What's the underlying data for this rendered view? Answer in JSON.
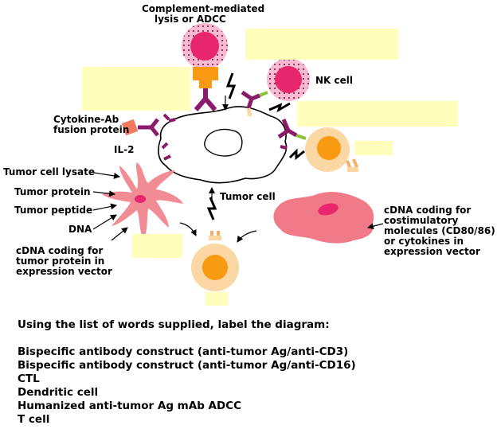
{
  "labels": {
    "complement": [
      "Complement-mediated",
      "lysis or ADCC"
    ],
    "nk_cell": "NK cell",
    "fusion": [
      "Cytokine-Ab",
      "fusion protein"
    ],
    "il2": "IL-2",
    "tumor_cell": "Tumor cell",
    "lysate": "Tumor cell lysate",
    "protein": "Tumor protein",
    "peptide": "Tumor peptide",
    "dna": "DNA",
    "cdna_left": [
      "cDNA coding for",
      "tumor protein in",
      "expression vector"
    ],
    "cdna_right": [
      "cDNA coding for",
      "costimulatory",
      "molecules (CD80/86)",
      "or cytokines in",
      "expression vector"
    ]
  },
  "instructions": "Using the list of words supplied, label the diagram:",
  "word_list": [
    "Bispecific antibody construct (anti-tumor Ag/anti-CD3)",
    "Bispecific antibody construct (anti-tumor Ag/anti-CD16)",
    "CTL",
    "Dendritic cell",
    "Humanized anti-tumor Ag mAb ADCC",
    "T cell"
  ],
  "colors": {
    "answer_box": "#ffffbb",
    "antibody": "#8b1a6b",
    "effector_cell": "#e8266e",
    "t_cell_membrane": "#fbd7a4",
    "t_cell_nucleus": "#f89a12",
    "dendritic_cell": "#f28c94",
    "fibroblast": "#f07a88"
  }
}
